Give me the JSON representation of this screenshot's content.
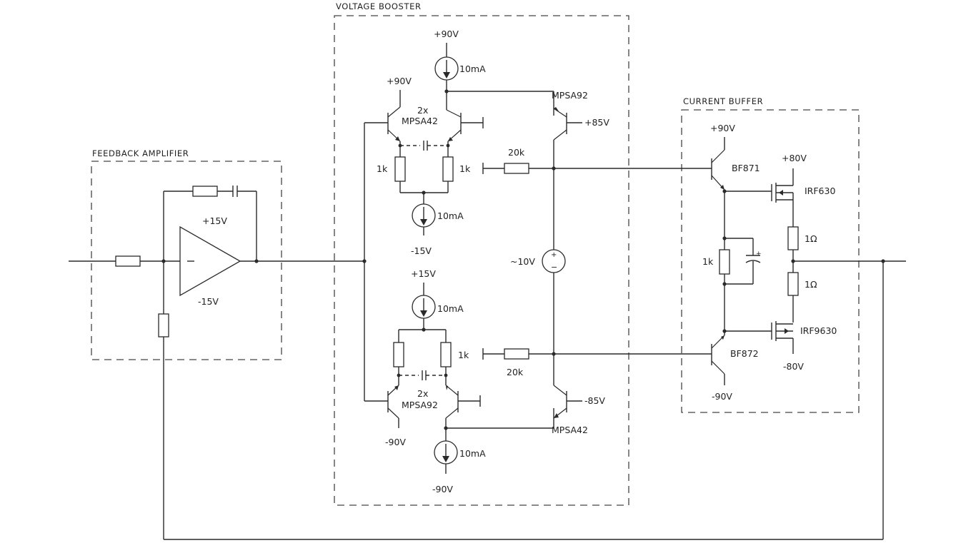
{
  "blocks": {
    "feedback": "FEEDBACK AMPLIFIER",
    "booster": "VOLTAGE BOOSTER",
    "buffer": "CURRENT BUFFER"
  },
  "labels": {
    "fa_pos": "+15V",
    "fa_neg": "-15V",
    "vb_top_rail": "+90V",
    "vb_top_cs": "10mA",
    "vb_q_top_rail": "+90V",
    "vb_top_pair_count": "2x",
    "vb_top_pair_part": "MPSA42",
    "vb_r_top_left": "1k",
    "vb_r_top_right": "1k",
    "vb_mid_cs": "10mA",
    "vb_mid_rail": "-15V",
    "vb_top_out_part": "MPSA92",
    "vb_top_out_rail": "+85V",
    "vb_r20k_top": "20k",
    "vb_vsource": "~10V",
    "vb_low_rail": "+15V",
    "vb_low_cs": "10mA",
    "vb_r_low_right": "1k",
    "vb_r20k_low": "20k",
    "vb_bot_pair_count": "2x",
    "vb_bot_pair_part": "MPSA92",
    "vb_bot_rail": "-90V",
    "vb_bot_out_rail": "-85V",
    "vb_bot_out_part": "MPSA42",
    "vb_bot_cs": "10mA",
    "vb_bot_cs_rail": "-90V",
    "cb_pos": "+90V",
    "cb_bf871": "BF871",
    "cb_pos80": "+80V",
    "cb_irf630": "IRF630",
    "cb_r1k": "1k",
    "cb_r1ohm_top": "1Ω",
    "cb_r1ohm_bot": "1Ω",
    "cb_irf9630": "IRF9630",
    "cb_bf872": "BF872",
    "cb_neg80": "-80V",
    "cb_neg": "-90V"
  }
}
